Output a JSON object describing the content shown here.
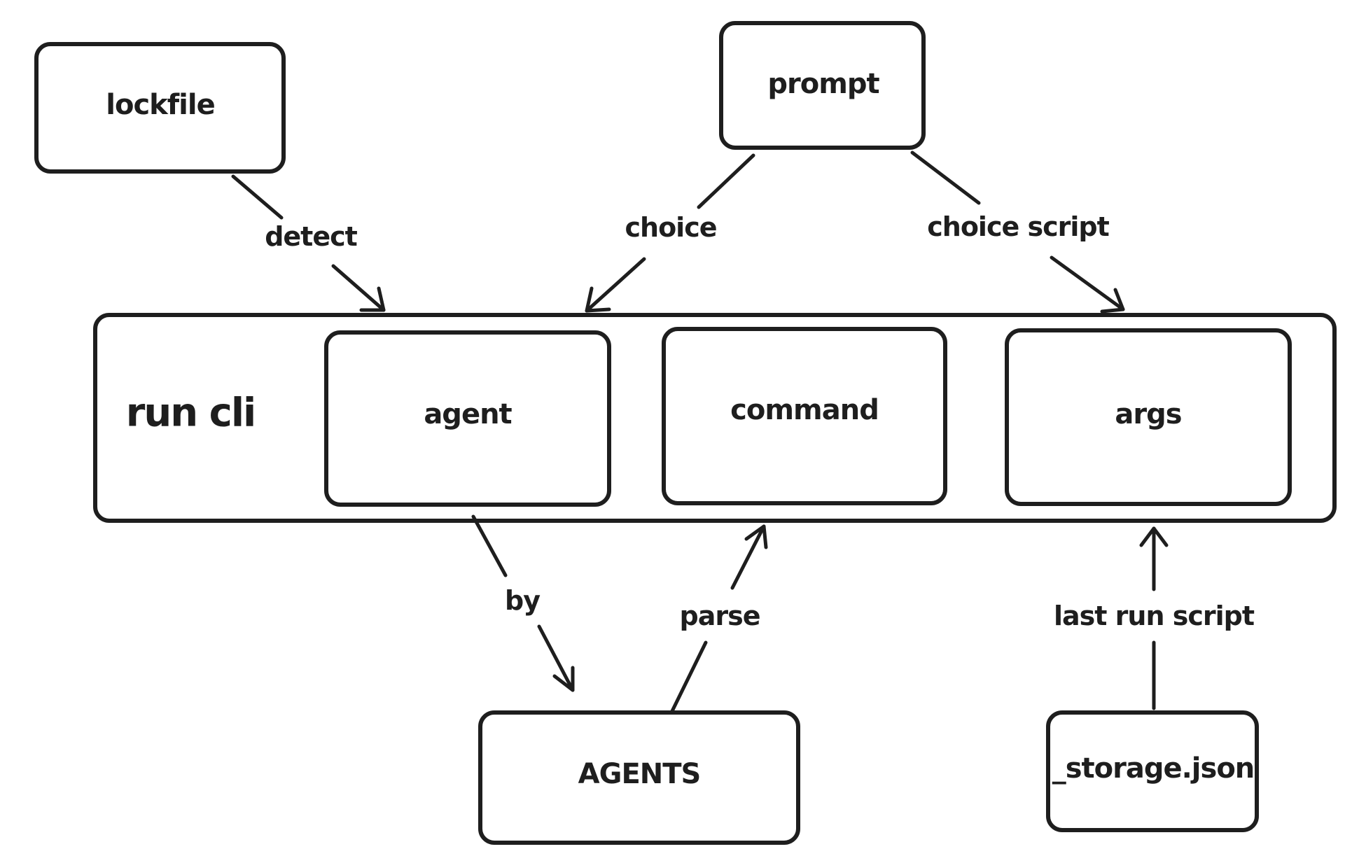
{
  "diagram": {
    "group": {
      "label": "run cli"
    },
    "nodes": {
      "lockfile": "lockfile",
      "prompt": "prompt",
      "agent": "agent",
      "command": "command",
      "args": "args",
      "agents": "AGENTS",
      "storage": "_storage.json"
    },
    "edges": {
      "detect": "detect",
      "choice": "choice",
      "choice_script": "choice script",
      "by": "by",
      "parse": "parse",
      "last_run_script": "last run script"
    }
  },
  "colors": {
    "stroke": "#1e1e1e",
    "background": "#ffffff"
  }
}
